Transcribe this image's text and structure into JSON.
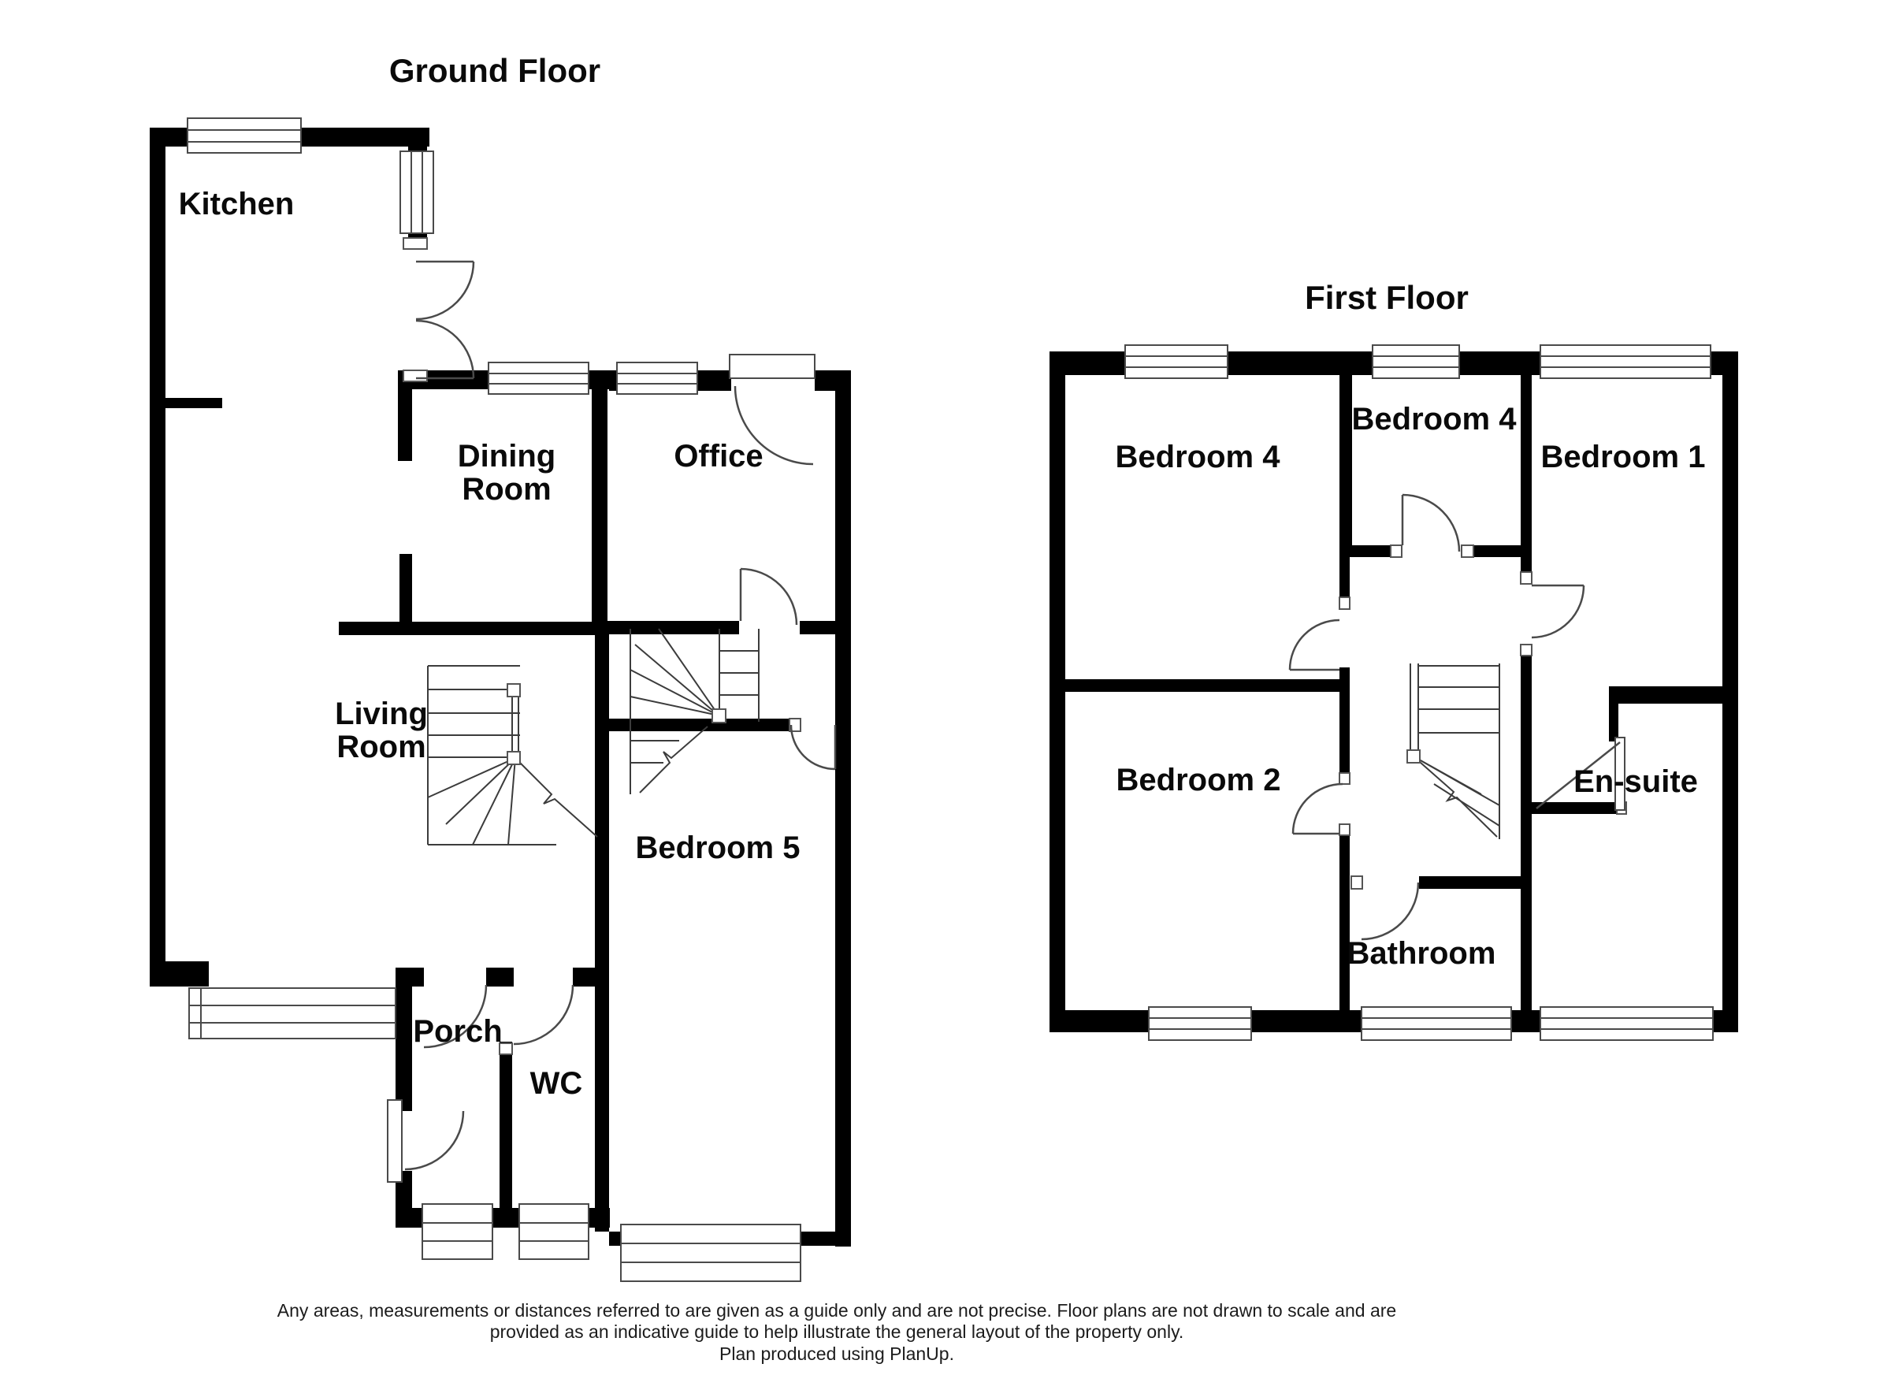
{
  "ground_floor": {
    "title": "Ground Floor",
    "rooms": {
      "kitchen": "Kitchen",
      "dining_line1": "Dining",
      "dining_line2": "Room",
      "office": "Office",
      "living_line1": "Living",
      "living_line2": "Room",
      "bedroom5": "Bedroom 5",
      "porch": "Porch",
      "wc": "WC"
    }
  },
  "first_floor": {
    "title": "First Floor",
    "rooms": {
      "bedroom4_left": "Bedroom 4",
      "bedroom4_middle": "Bedroom 4",
      "bedroom1": "Bedroom 1",
      "bedroom2": "Bedroom 2",
      "ensuite": "En-suite",
      "bathroom": "Bathroom"
    }
  },
  "disclaimer": {
    "line1": "Any areas, measurements or distances referred to are given as a guide only and are not precise. Floor plans are not drawn to scale and are",
    "line2": "provided as an indicative guide to help illustrate the general layout of the property only.",
    "line3": "Plan produced using PlanUp."
  },
  "colors": {
    "wall": "#000000",
    "line": "#4a4a4a",
    "background": "#ffffff",
    "text": "#0a0a0a"
  }
}
